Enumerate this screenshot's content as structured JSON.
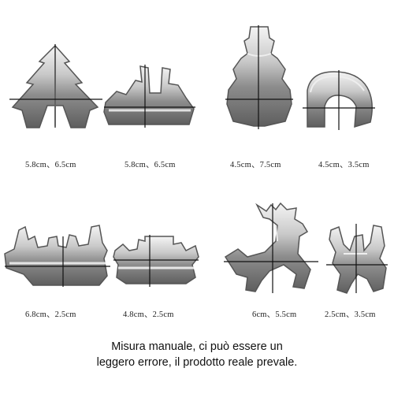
{
  "products": [
    {
      "shape": "christmas-tree",
      "size": "5.8cm、6.5cm"
    },
    {
      "shape": "sleigh",
      "size": "5.8cm、6.5cm"
    },
    {
      "shape": "snowman",
      "size": "4.5cm、7.5cm"
    },
    {
      "shape": "candy-cane",
      "size": "4.5cm、3.5cm"
    },
    {
      "shape": "moose-head",
      "size": "6.8cm、2.5cm"
    },
    {
      "shape": "reindeer-antlers",
      "size": "4.8cm、2.5cm"
    },
    {
      "shape": "reindeer",
      "size": "6cm、5.5cm"
    },
    {
      "shape": "antler-pair",
      "size": "2.5cm、3.5cm"
    }
  ],
  "caption": {
    "line1": "Misura manuale, ci può essere un",
    "line2": "leggero errore, il prodotto reale prevale."
  }
}
